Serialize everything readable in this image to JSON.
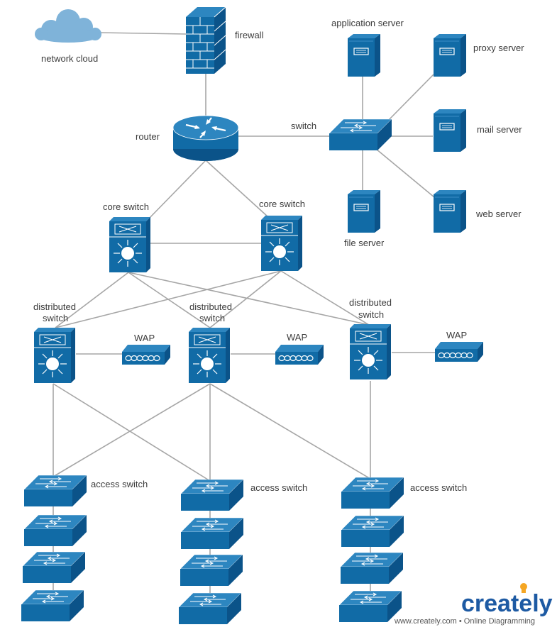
{
  "labels": {
    "network_cloud": "network cloud",
    "firewall": "firewall",
    "router": "router",
    "switch": "switch",
    "application_server": "application server",
    "proxy_server": "proxy server",
    "mail_server": "mail server",
    "web_server": "web server",
    "file_server": "file server",
    "core_switch_1": "core switch",
    "core_switch_2": "core switch",
    "distributed_switch_1_line1": "distributed",
    "distributed_switch_1_line2": "switch",
    "distributed_switch_2_line1": "distributed",
    "distributed_switch_2_line2": "switch",
    "distributed_switch_3_line1": "distributed",
    "distributed_switch_3_line2": "switch",
    "wap_1": "WAP",
    "wap_2": "WAP",
    "wap_3": "WAP",
    "access_switch_1": "access switch",
    "access_switch_2": "access switch",
    "access_switch_3": "access switch"
  },
  "branding": {
    "logo": "creately",
    "footer": "www.creately.com • Online Diagramming",
    "logo_color": "#1d5aa3",
    "logo_accent": "#f5a623"
  },
  "colors": {
    "device_blue": "#116ba6",
    "connector_gray": "#a6a6a6",
    "cloud_blue": "#7fb3d9"
  }
}
